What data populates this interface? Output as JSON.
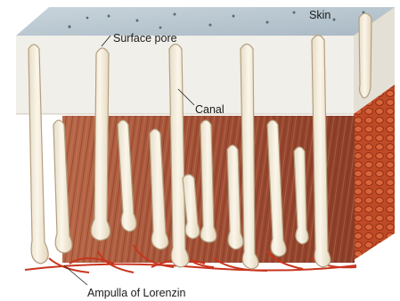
{
  "diagram": {
    "labels": {
      "skin": "Skin",
      "surface_pore": "Surface pore",
      "canal": "Canal",
      "ampulla": "Ampulla of Lorenzin"
    },
    "colors": {
      "background": "#ffffff",
      "skin_top": "#b9c7d0",
      "skin_front": "#f1efe9",
      "muscle": "#a9553a",
      "muscle_dark": "#7a2e1c",
      "side_tissue": "#c2502c",
      "nerve": "#c8351e",
      "canal_fill": "#f8f1df",
      "canal_stroke": "#b39f80"
    }
  }
}
